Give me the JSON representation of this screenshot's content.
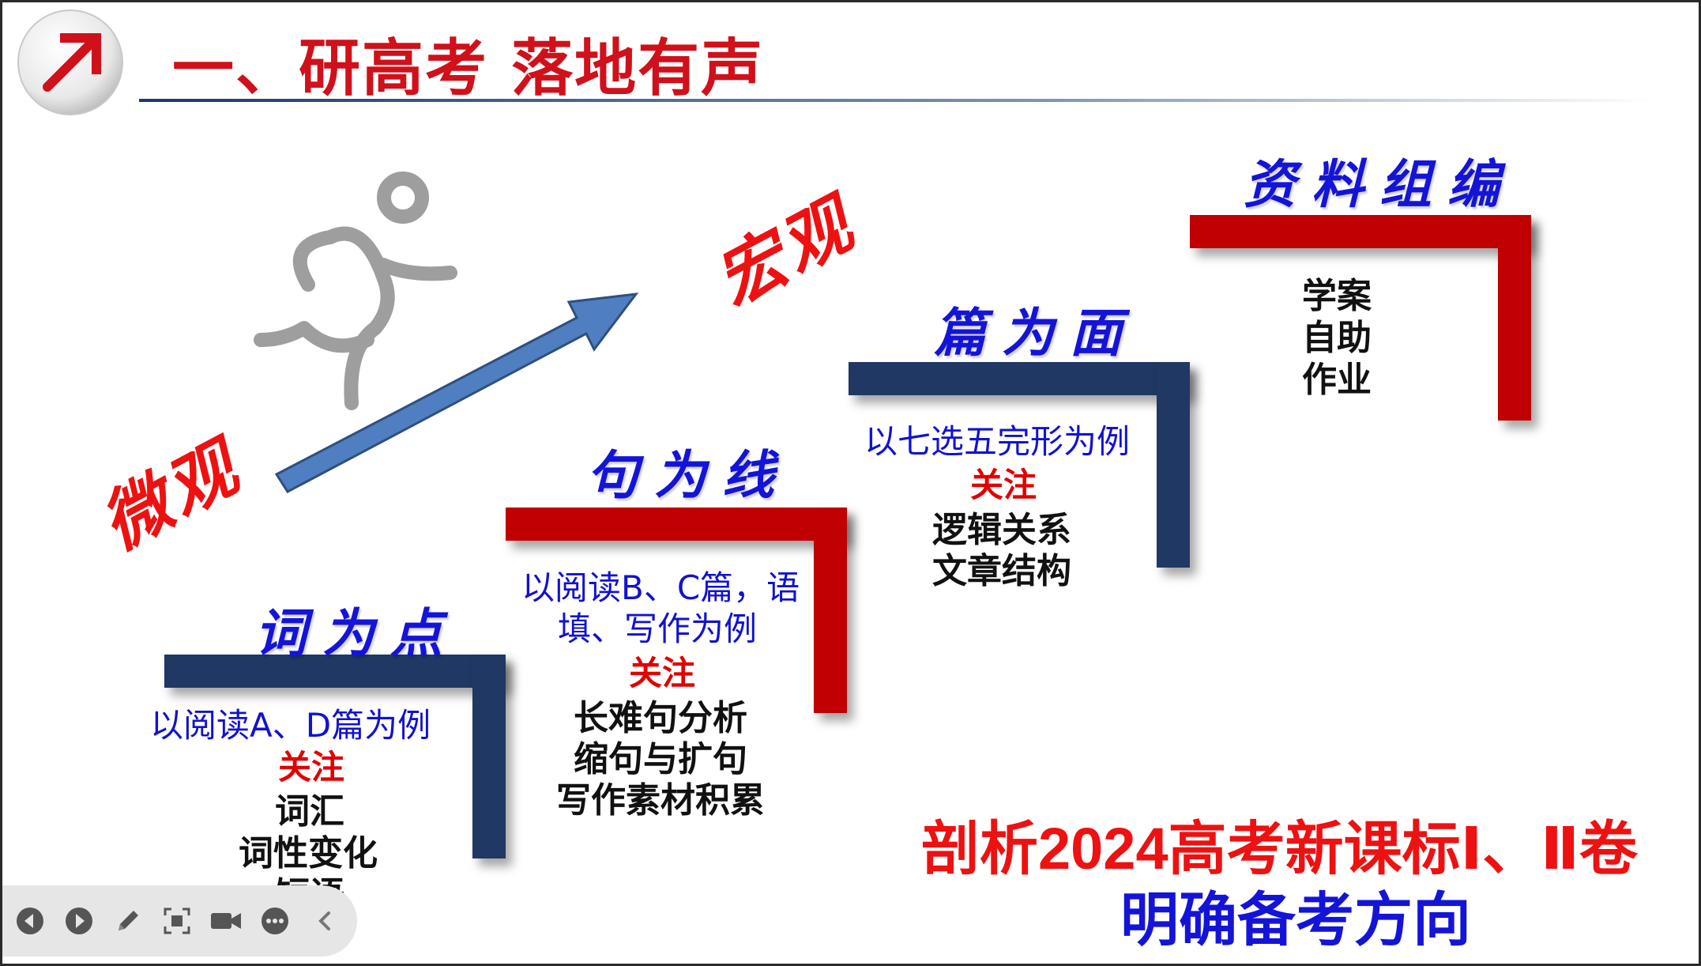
{
  "header": {
    "title": "一、研高考  落地有声",
    "logo_icon": "arrow-up-right-icon"
  },
  "colors": {
    "red": "#c00000",
    "navy": "#1f3864",
    "blue_text": "#1212d0",
    "red_text": "#e00000",
    "arrow_blue": "#4f7fc0"
  },
  "labels": {
    "micro": "微观",
    "macro": "宏观"
  },
  "steps": {
    "word": {
      "heading": "词为点",
      "intro": "以阅读A、D篇为例",
      "focus": "关注",
      "items": [
        "词汇",
        "词性变化",
        "短语"
      ]
    },
    "sentence": {
      "heading": "句为线",
      "intro_line1": "以阅读B、C篇，语",
      "intro_line2": "填、写作为例",
      "focus": "关注",
      "items": [
        "长难句分析",
        "缩句与扩句",
        "写作素材积累"
      ]
    },
    "passage": {
      "heading": "篇为面",
      "intro": "以七选五完形为例",
      "focus": "关注",
      "items": [
        "逻辑关系",
        "文章结构"
      ]
    },
    "resources": {
      "heading": "资料组编",
      "items": [
        "学案",
        "自助",
        "作业"
      ]
    }
  },
  "conclusion": {
    "line1": "剖析2024高考新课标Ⅰ、Ⅱ卷",
    "line2": "明确备考方向"
  },
  "toolbar": {
    "icons": [
      "previous-icon",
      "next-icon",
      "pen-icon",
      "screenshot-icon",
      "camera-icon",
      "more-icon",
      "collapse-icon"
    ]
  }
}
